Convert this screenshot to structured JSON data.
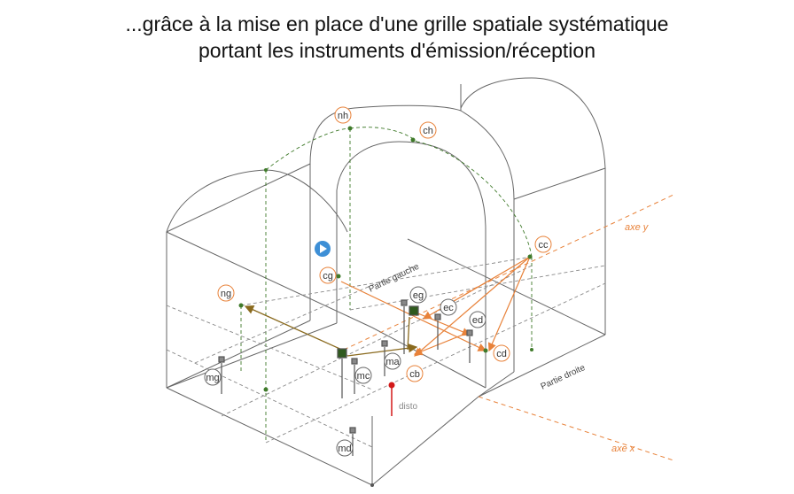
{
  "title": {
    "line1": "...grâce à la mise en place d'une grille spatiale systématique",
    "line2": "portant les instruments d'émission/réception"
  },
  "axes": {
    "x": "axe x",
    "y": "axe y"
  },
  "parts": {
    "left": "Partie gauche",
    "right": "Partie droite"
  },
  "labels": {
    "nh": "nh",
    "ch": "ch",
    "cc": "cc",
    "cg": "cg",
    "ng": "ng",
    "eg": "eg",
    "ec": "ec",
    "ed": "ed",
    "cd": "cd",
    "cb": "cb",
    "ma": "ma",
    "mc": "mc",
    "mg": "mg",
    "md": "md"
  },
  "disto": "disto",
  "icons": {
    "play": "play-icon"
  },
  "colors": {
    "orange": "#e8823a",
    "olive": "#8a6a1e",
    "green": "#3f7a2a",
    "gray": "#555555",
    "red": "#d21818",
    "blue": "#3d8fd6"
  }
}
